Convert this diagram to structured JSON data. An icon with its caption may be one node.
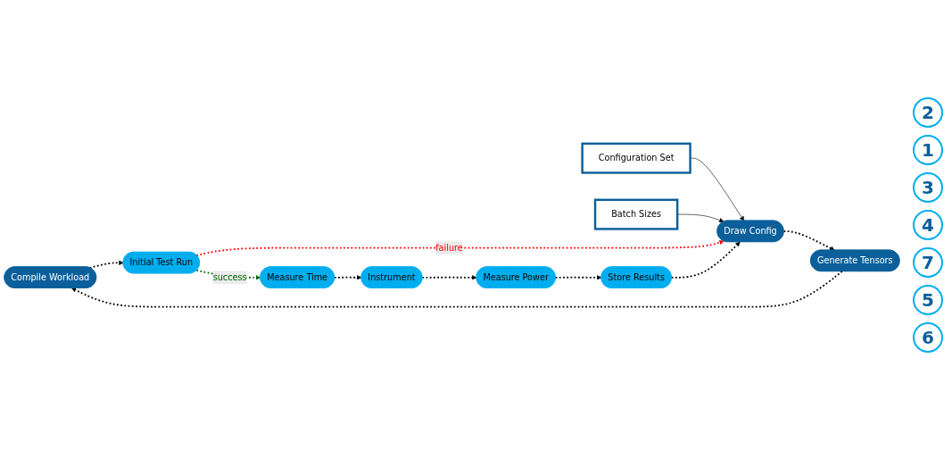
{
  "diagram": {
    "nodes": [
      {
        "text": [
          "Compile Workload"
        ]
      },
      {
        "text": [
          "Configuration Set"
        ]
      },
      {
        "text": [
          "Generate Tensors"
        ]
      },
      {
        "text": [
          "Initial Test Run"
        ]
      },
      {
        "text": [
          "Draw Config"
        ]
      },
      {
        "text": [
          "Measure Time"
        ]
      },
      {
        "text": [
          "Instrument"
        ]
      },
      {
        "text": [
          "Batch Sizes"
        ]
      },
      {
        "text": [
          "Store Results"
        ]
      },
      {
        "text": [
          "Measure Power"
        ]
      }
    ],
    "edges": [
      {
        "from": 1,
        "to": 4,
        "arrow": "to"
      },
      {
        "from": 7,
        "to": 4,
        "arrow": "to"
      },
      {
        "from": 4,
        "to": 2,
        "arrow": "to",
        "style": "dashed"
      },
      {
        "from": 2,
        "to": 0,
        "arrow": "to",
        "style": "dashed"
      },
      {
        "from": 0,
        "to": 3,
        "arrow": "to",
        "style": "dashed"
      },
      {
        "from": 3,
        "to": 5,
        "arrow": "to",
        "style": "dashed",
        "color": "#006600",
        "label": "success"
      },
      {
        "from": 3,
        "to": 4,
        "arrow": "to",
        "style": "dashed",
        "color": "#ff0000",
        "label": "failure"
      },
      {
        "from": 5,
        "to": 6,
        "arrow": "to",
        "style": "dashed"
      },
      {
        "from": 6,
        "to": 9,
        "arrow": "to",
        "style": "dashed"
      },
      {
        "from": 9,
        "to": 8,
        "arrow": "to",
        "style": "dashed"
      },
      {
        "from": 8,
        "to": 4,
        "arrow": "to",
        "style": "dashed"
      }
    ],
    "labels": [
      "2",
      "1",
      "3",
      "4",
      "7",
      "5",
      "6"
    ]
  }
}
